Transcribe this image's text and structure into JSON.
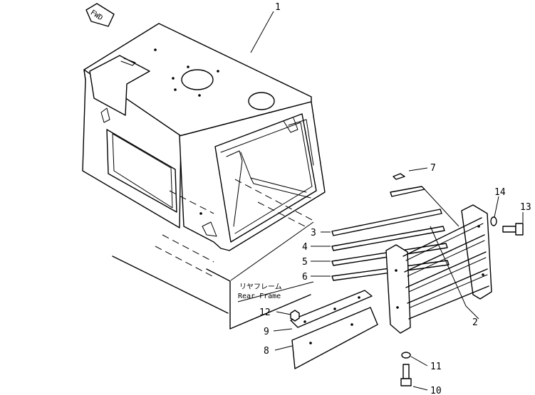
{
  "badge": {
    "text": "FWD"
  },
  "callouts": [
    {
      "id": "1",
      "text": "1"
    },
    {
      "id": "2",
      "text": "2"
    },
    {
      "id": "3",
      "text": "3"
    },
    {
      "id": "4",
      "text": "4"
    },
    {
      "id": "5",
      "text": "5"
    },
    {
      "id": "6",
      "text": "6"
    },
    {
      "id": "7",
      "text": "7"
    },
    {
      "id": "8",
      "text": "8"
    },
    {
      "id": "9",
      "text": "9"
    },
    {
      "id": "10",
      "text": "10"
    },
    {
      "id": "11",
      "text": "11"
    },
    {
      "id": "12",
      "text": "12"
    },
    {
      "id": "13",
      "text": "13"
    },
    {
      "id": "14",
      "text": "14"
    }
  ],
  "rear_frame": {
    "jp": "リヤフレーム",
    "en": "Rear Frame"
  }
}
